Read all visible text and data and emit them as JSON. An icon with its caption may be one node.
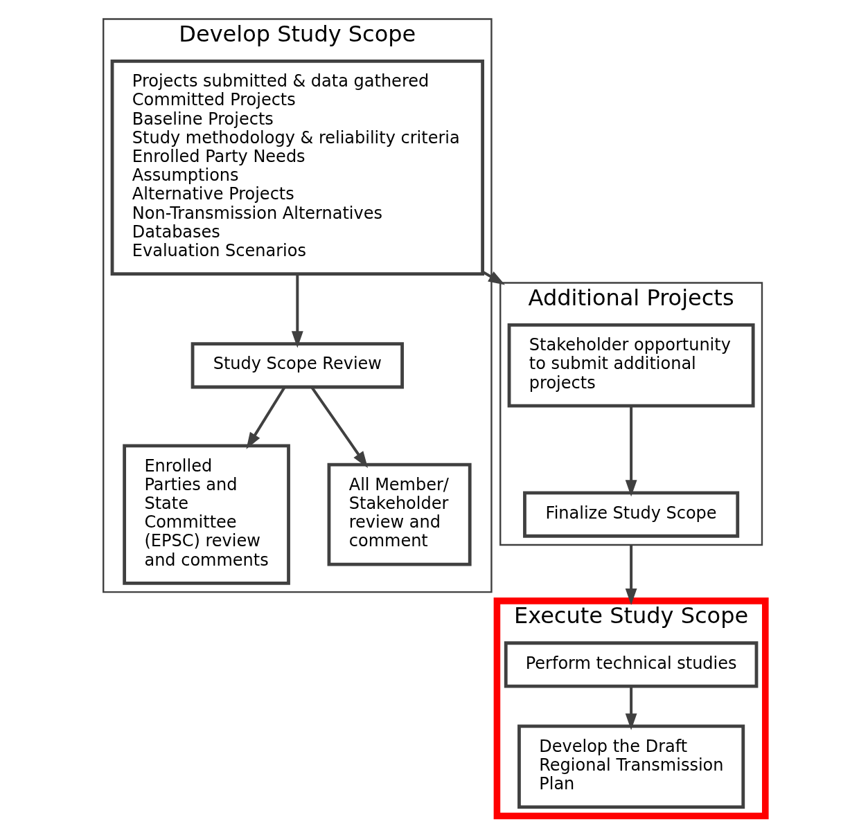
{
  "diagram": {
    "nodes": [
      {
        "text": [
          "Develop Study Scope"
        ]
      },
      {
        "text": [
          "Projects submitted & data gathered",
          "Committed Projects",
          "Baseline Projects",
          "Study methodology & reliability criteria",
          "Enrolled Party Needs",
          "Assumptions",
          "Alternative Projects",
          "Non-Transmission Alternatives",
          "Databases",
          "Evaluation Scenarios"
        ],
        "in": 0
      },
      {
        "text": [
          "Study Scope Review"
        ],
        "in": 0
      },
      {
        "text": [
          "Enrolled Parties and State Committee (EPSC) review and comments"
        ],
        "in": 0
      },
      {
        "text": [
          "All Member/ Stakeholder review and comment"
        ],
        "in": 0
      },
      {
        "text": [
          "Additional Projects"
        ]
      },
      {
        "text": [
          "Stakeholder opportunity to submit additional projects"
        ],
        "in": 5
      },
      {
        "text": [
          "Finalize Study Scope"
        ],
        "in": 5
      },
      {
        "text": [
          "Execute Study Scope"
        ]
      },
      {
        "text": [
          "Perform technical studies"
        ],
        "in": 8
      },
      {
        "text": [
          "Develop the Draft Regional Transmission Plan"
        ],
        "in": 8
      }
    ],
    "edges": [
      {
        "from": 1,
        "to": 2,
        "arrow": "to"
      },
      {
        "from": 2,
        "to": 3,
        "arrow": "to"
      },
      {
        "from": 2,
        "to": 4,
        "arrow": "to"
      },
      {
        "from": 1,
        "to": 5,
        "arrow": "to"
      },
      {
        "from": 6,
        "to": 7,
        "arrow": "to"
      },
      {
        "from": 5,
        "to": 8,
        "arrow": "to"
      },
      {
        "from": 9,
        "to": 10,
        "arrow": "to"
      }
    ]
  }
}
